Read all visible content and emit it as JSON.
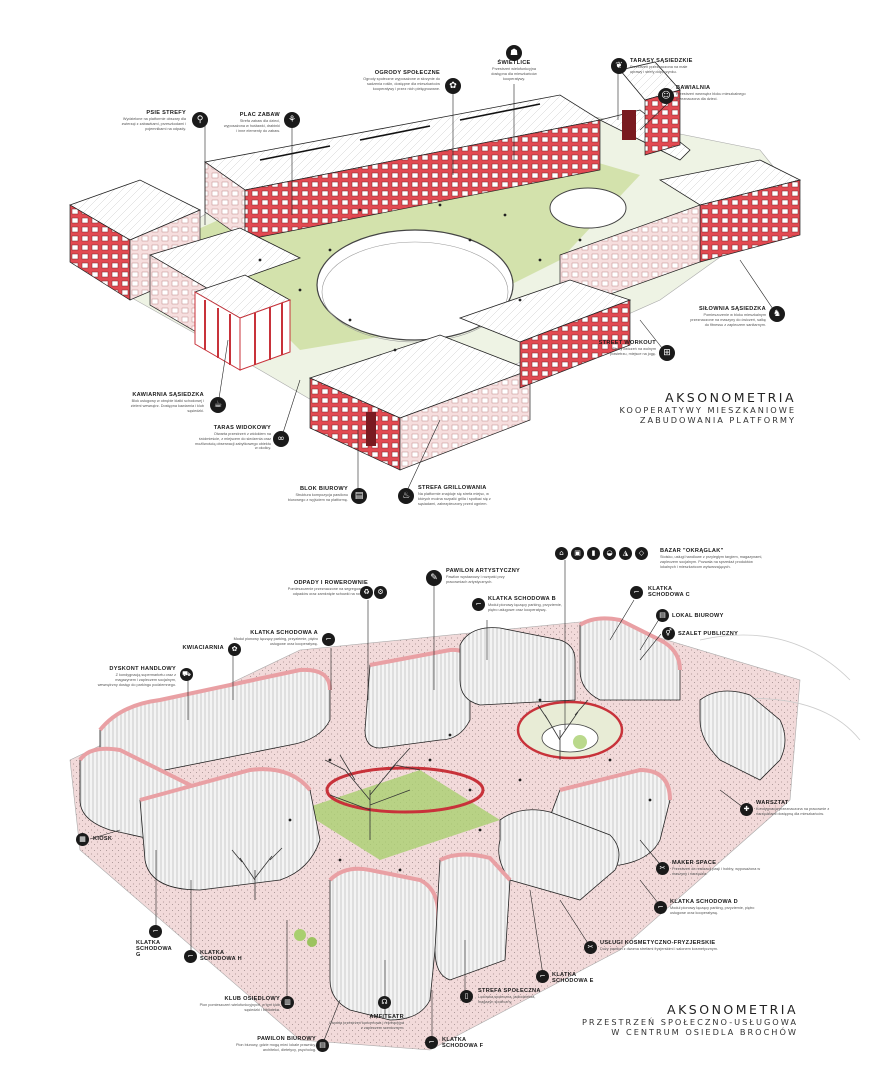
{
  "top": {
    "title": "AKSONOMETRIA",
    "subtitle_1": "KOOPERATYWY MIESZKANIOWE",
    "subtitle_2": "ZABUDOWANIA PLATFORMY",
    "labels": {
      "psie_strefy": {
        "title": "PSIE STREFY",
        "desc": "Wydzielone na platformie obszary dla zwierząt z zabawkami, przeszkodami i pojemnikami na odpady."
      },
      "plac_zabaw": {
        "title": "PLAC ZABAW",
        "desc": "Strefa zabaw dla dzieci, wyposażona w huśtawki, drabinki i inne elementy do zabaw."
      },
      "ogrody": {
        "title": "OGRODY SPOŁECZNE",
        "desc": "Ogrody społeczne wyposażone w skrzynie do sadzenia roślin, dostępne dla mieszkańców kooperatywy i przez nich pielęgnowane."
      },
      "swietlice": {
        "title": "ŚWIETLICE",
        "desc": "Przestrzeń wielofunkcyjna dostępna dla mieszkańców kooperatywy."
      },
      "tarasy": {
        "title": "TARASY SĄSIEDZKIE",
        "desc": "Przestrzeń przeznaczona na małe uprawy i strefy odpoczynku."
      },
      "bawialnia": {
        "title": "BAWIALNIA",
        "desc": "Przestrzeń wewnątrz bloku mieszkalnego przeznaczona dla dzieci."
      },
      "silownia": {
        "title": "SIŁOWNIA SĄSIEDZKA",
        "desc": "Pomieszczenie w bloku mieszkalnym przeznaczone na maszyny do ćwiczeń, salkę do fitnessu z zapleczem sanitarnym."
      },
      "street": {
        "title": "STREET WORKOUT",
        "desc": "Strefy ćwiczeń na wolnym powietrzu, miejsce na jogę."
      },
      "kawiarnia": {
        "title": "KAWIARNIA SĄSIEDZKA",
        "desc": "Blok usługowy w obrębie klatki schodowej i zieleni wewnątrz. Dostępna kawiarnia i klub sąsiedzki."
      },
      "taras_widokowy": {
        "title": "TARAS WIDOKOWY",
        "desc": "Otwarta przestrzeń z widokiem na śródmieście, z miejscem do siedzenia oraz możliwością obserwacji zabytkowego obiektu w okolicy."
      },
      "blok_biurowy": {
        "title": "BLOK BIUROWY",
        "desc": "Struktura kompozycja pawilonu biurowego z wyjściem na platformę."
      },
      "grill": {
        "title": "STREFA GRILLOWANIA",
        "desc": "Na platformie znajduje się strefa miejsc, w których można rozpalić grilla i spotkać się z sąsiadami, zabezpieczony przed ogniem."
      }
    }
  },
  "bottom": {
    "title": "AKSONOMETRIA",
    "subtitle_1": "PRZESTRZEŃ SPOŁECZNO-USŁUGOWA",
    "subtitle_2": "W CENTRUM OSIEDLA BROCHÓW",
    "labels": {
      "odpady": {
        "title": "ODPADY I ROWEROWNIE",
        "desc": "Pomieszczenie przeznaczone na segregowanie odpadów oraz zamknięte schowki na rowery."
      },
      "pawilon_art": {
        "title": "PAWILON ARTYSTYCZNY",
        "desc": "Pawilon wystawowy i rozrywki przy pracowniach artystycznych."
      },
      "bazar": {
        "title": "BAZAR \"OKRĄGLAK\"",
        "desc": "Stoisko, usługi handlowe z przyległym targiem, magazynami, zapleczem socjalnym. Pozwala na sprzedaż produktów lokalnych i mieszkańcom wytwarzających."
      },
      "klatka_a": {
        "title": "KLATKA SCHODOWA A",
        "desc": "Moduł pionowy łączący parking, przyziemie, piętro usługowe oraz kooperatywę."
      },
      "klatka_b": {
        "title": "KLATKA SCHODOWA B",
        "desc": "Moduł pionowy łączący parking, przyziemie, piętro usługowe oraz kooperatywę."
      },
      "klatka_c": {
        "title": "KLATKA SCHODOWA C",
        "desc": ""
      },
      "lokal": {
        "title": "LOKAL BIUROWY",
        "desc": ""
      },
      "szalet": {
        "title": "SZALET PUBLICZNY",
        "desc": ""
      },
      "kwiaciarnia": {
        "title": "KWIACIARNIA",
        "desc": ""
      },
      "dyskont": {
        "title": "DYSKONT HANDLOWY",
        "desc": "Z kondygnacją supermarketu oraz z magazynem i zapleczem socjalnym, wewnętrzny dostęp do parkingu podziemnego."
      },
      "warsztat": {
        "title": "WARSZTAT",
        "desc": "Kondygnacja przeznaczona na pracownie z narzędziami dostępną dla mieszkańców."
      },
      "maker": {
        "title": "MAKER SPACE",
        "desc": "Przestrzeń do realizacji pasji i hobby, wyposażona w maszyny i narzędzia."
      },
      "klatka_d": {
        "title": "KLATKA SCHODOWA D",
        "desc": "Moduł pionowy łączący parking, przyziemie, piętro usługowe oraz kooperatywę."
      },
      "uslugi": {
        "title": "USŁUGI KOSMETYCZNO-FRYZJERSKIE",
        "desc": "Duży pawilon z dwoma strefami fryzjerskimi i salonem kosmetycznym."
      },
      "kiosk": {
        "title": "KIOSK",
        "desc": ""
      },
      "klatka_g": {
        "title": "KLATKA SCHODOWA G",
        "desc": ""
      },
      "klatka_h": {
        "title": "KLATKA SCHODOWA H",
        "desc": ""
      },
      "klub": {
        "title": "KLUB OSIEDLOWY",
        "desc": "Pion pomieszczeń wielofunkcyjnych, w tym klub sąsiedzki i biblioteka."
      },
      "pawilon_bi": {
        "title": "PAWILON BIUROWY",
        "desc": "Pion biurowy, gdzie mogą mieć lokale prawnicy, architekci, dietetycy, psycholog."
      },
      "amfiteatr": {
        "title": "AMFITEATR",
        "desc": "Otwarta przestrzeń koncertowa i rekreacyjna z zapleczem scenicznym."
      },
      "strefa_spol": {
        "title": "STREFA SPOŁECZNA",
        "desc": "Lodówka społeczna, jadłodzielnia, magazyn społeczny."
      },
      "klatka_e": {
        "title": "KLATKA SCHODOWA E",
        "desc": ""
      },
      "klatka_f": {
        "title": "KLATKA SCHODOWA F",
        "desc": ""
      }
    }
  },
  "colors": {
    "accent_red": "#c8323a",
    "green": "#a8c87a",
    "pink_ground": "#f0d8d8",
    "ink": "#1a1a1a"
  }
}
